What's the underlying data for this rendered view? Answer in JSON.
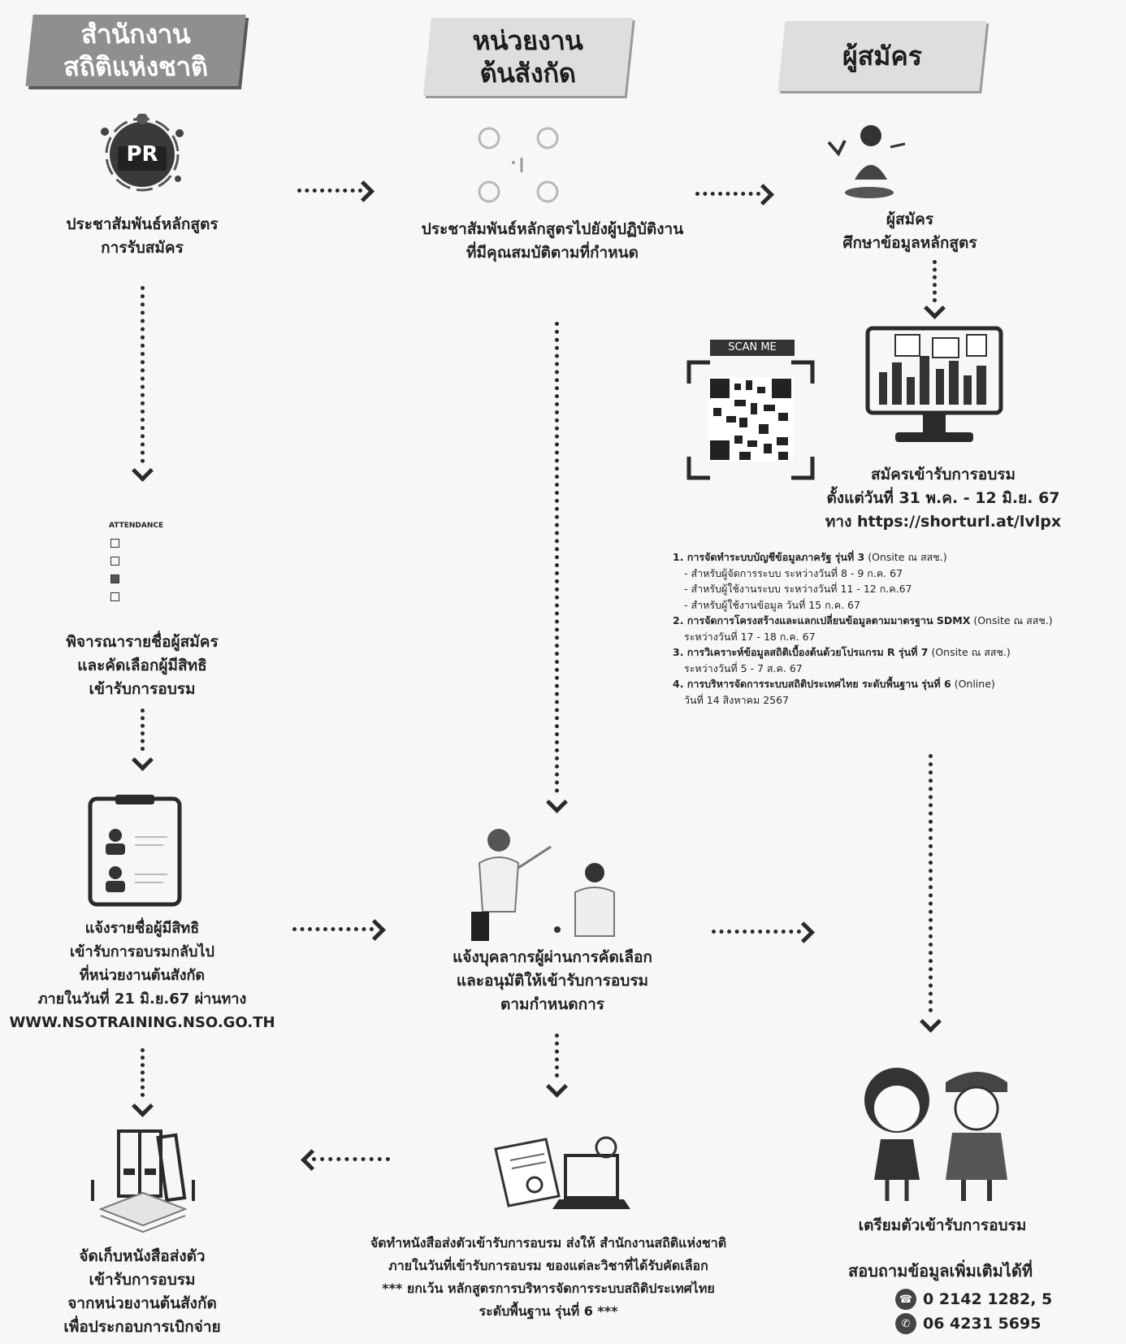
{
  "columns": {
    "nso": {
      "line1": "สำนักงาน",
      "line2": "สถิติแห่งชาติ"
    },
    "agency": {
      "line1": "หน่วยงาน",
      "line2": "ต้นสังกัด"
    },
    "applicant": {
      "title": "ผู้สมัคร"
    }
  },
  "steps": {
    "pr_course": {
      "line1": "ประชาสัมพันธ์หลักสูตร",
      "line2": "การรับสมัคร"
    },
    "pr_to_staff": {
      "line1": "ประชาสัมพันธ์หลักสูตรไปยังผู้ปฏิบัติงาน",
      "line2": "ที่มีคุณสมบัติตามที่กำหนด"
    },
    "study_info": {
      "line1": "ผู้สมัคร",
      "line2": "ศึกษาข้อมูลหลักสูตร"
    },
    "apply": {
      "line1": "สมัครเข้ารับการอบรม",
      "line2": "ตั้งแต่วันที่ 31 พ.ค. - 12 มิ.ย. 67",
      "line3": "ทาง https://shorturl.at/lvlpx"
    },
    "consider": {
      "line1": "พิจารณารายชื่อผู้สมัคร",
      "line2": "และคัดเลือกผู้มีสิทธิ",
      "line3": "เข้ารับการอบรม"
    },
    "notify_list": {
      "line1": "แจ้งรายชื่อผู้มีสิทธิ",
      "line2": "เข้ารับการอบรมกลับไป",
      "line3": "ที่หน่วยงานต้นสังกัด",
      "line4": "ภายในวันที่ 21 มิ.ย.67 ผ่านทาง",
      "line5": "WWW.NSOTRAINING.NSO.GO.TH"
    },
    "notify_staff": {
      "line1": "แจ้งบุคลากรผู้ผ่านการคัดเลือก",
      "line2": "และอนุมัติให้เข้ารับการอบรม",
      "line3": "ตามกำหนดการ"
    },
    "send_letter": {
      "line1": "จัดทำหนังสือส่งตัวเข้ารับการอบรม ส่งให้ สำนักงานสถิติแห่งชาติ",
      "line2": "ภายในวันที่เข้ารับการอบรม ของแต่ละวิชาที่ได้รับคัดเลือก",
      "line3": "*** ยกเว้น หลักสูตรการบริหารจัดการระบบสถิติประเทศไทย",
      "line4": "ระดับพื้นฐาน รุ่นที่ 6 ***"
    },
    "collect": {
      "line1": "จัดเก็บหนังสือส่งตัว",
      "line2": "เข้ารับการอบรม",
      "line3": "จากหน่วยงานต้นสังกัด",
      "line4": "เพื่อประกอบการเบิกจ่าย"
    },
    "prepare": {
      "label": "เตรียมตัวเข้ารับการอบรม"
    }
  },
  "icons": {
    "pr_badge": "PR",
    "scan_me": "SCAN ME",
    "attendance": "ATTENDANCE"
  },
  "courses": [
    {
      "title": "1. การจัดทำระบบบัญชีข้อมูลภาครัฐ รุ่นที่ 3",
      "mode": " (Onsite ณ สสช.)",
      "details": [
        "- สำหรับผู้จัดการระบบ ระหว่างวันที่ 8 - 9 ก.ค. 67",
        "- สำหรับผู้ใช้งานระบบ ระหว่างวันที่ 11 - 12 ก.ค.67",
        "- สำหรับผู้ใช้งานข้อมูล วันที่ 15 ก.ค. 67"
      ]
    },
    {
      "title": "2. การจัดการโครงสร้างและแลกเปลี่ยนข้อมูลตามมาตรฐาน SDMX",
      "mode": " (Onsite ณ สสช.)",
      "details": [
        "ระหว่างวันที่ 17 - 18 ก.ค. 67"
      ]
    },
    {
      "title": "3. การวิเคราะห์ข้อมูลสถิติเบื้องต้นด้วยโปรแกรม R รุ่นที่ 7",
      "mode": " (Onsite ณ สสช.)",
      "details": [
        "ระหว่างวันที่ 5 - 7 ส.ค. 67"
      ]
    },
    {
      "title": "4. การบริหารจัดการระบบสถิติประเทศไทย ระดับพื้นฐาน รุ่นที่ 6",
      "mode": " (Online)",
      "details": [
        "วันที่ 14 สิงหาคม 2567"
      ]
    }
  ],
  "contact": {
    "title": "สอบถามข้อมูลเพิ่มเติมได้ที่",
    "phone": "0 2142 1282, 5",
    "mobile": "06 4231 5695"
  }
}
